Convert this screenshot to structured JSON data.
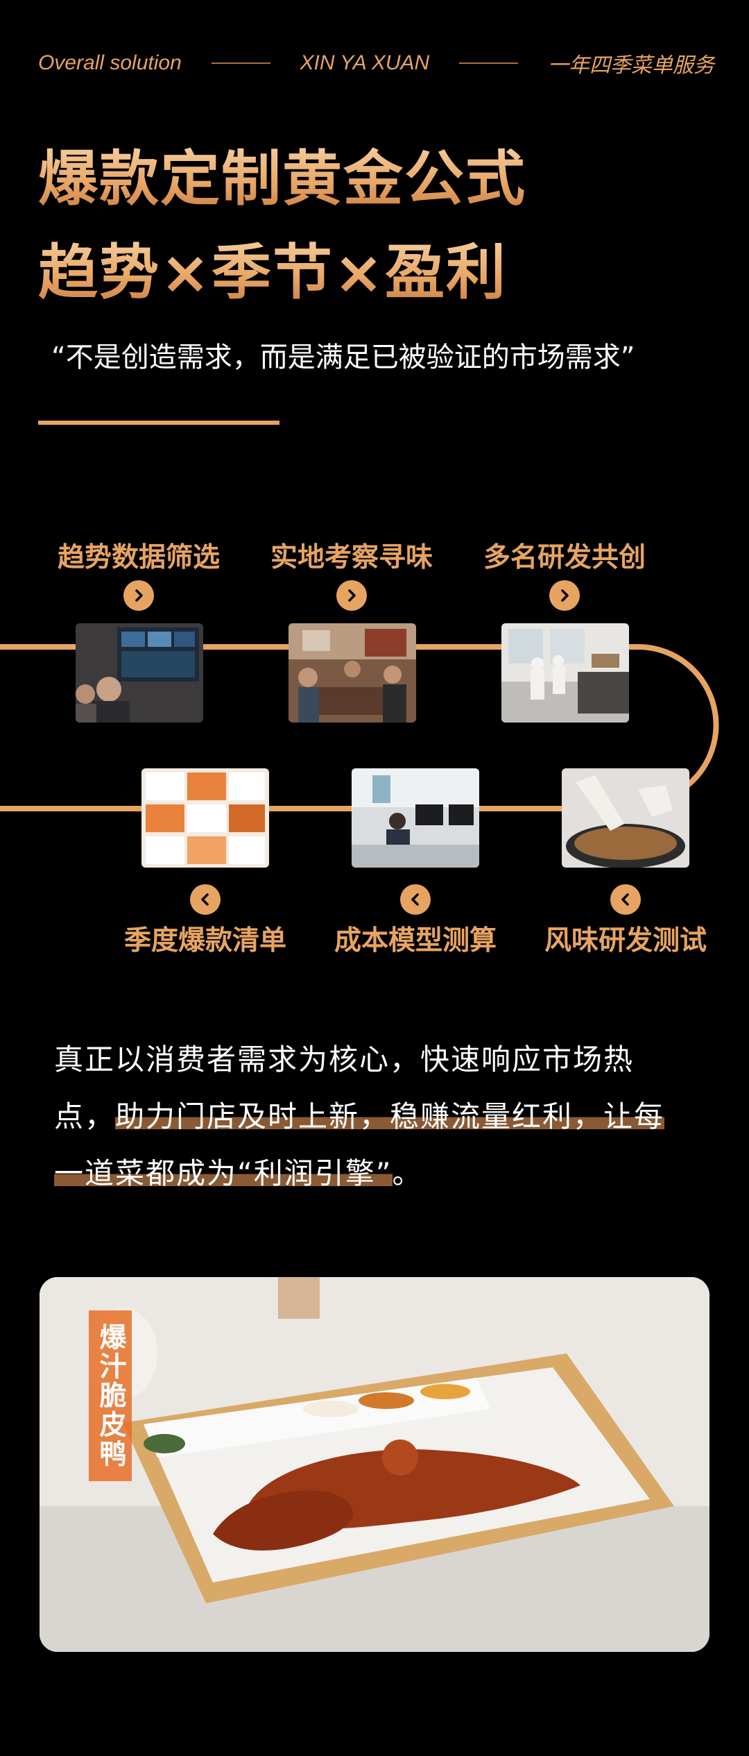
{
  "header": {
    "left": "Overall solution",
    "center": "XIN YA XUAN",
    "right": "一年四季菜单服务"
  },
  "title": {
    "line1": "爆款定制黄金公式",
    "line2": "趋势×季节×盈利"
  },
  "quote": "“不是创造需求，而是满足已被验证的市场需求”",
  "steps": [
    {
      "label": "趋势数据筛选"
    },
    {
      "label": "实地考察寻味"
    },
    {
      "label": "多名研发共创"
    },
    {
      "label": "季度爆款清单"
    },
    {
      "label": "成本模型测算"
    },
    {
      "label": "风味研发测试"
    }
  ],
  "paragraph": {
    "line1": "真正以消费者需求为核心，快速响应市场热",
    "line2_a": "点，",
    "line2_b": "助力门店及时上新，稳赚流量红利，让每",
    "line3_a": "一道菜都成为“利润引擎”",
    "line3_b": "。"
  },
  "dish": {
    "label": "爆汁脆皮鸭"
  },
  "colors": {
    "accent": "#e7a461",
    "background": "#000000"
  },
  "icons": {
    "forward": "chevron-right-icon",
    "back": "chevron-left-icon"
  }
}
